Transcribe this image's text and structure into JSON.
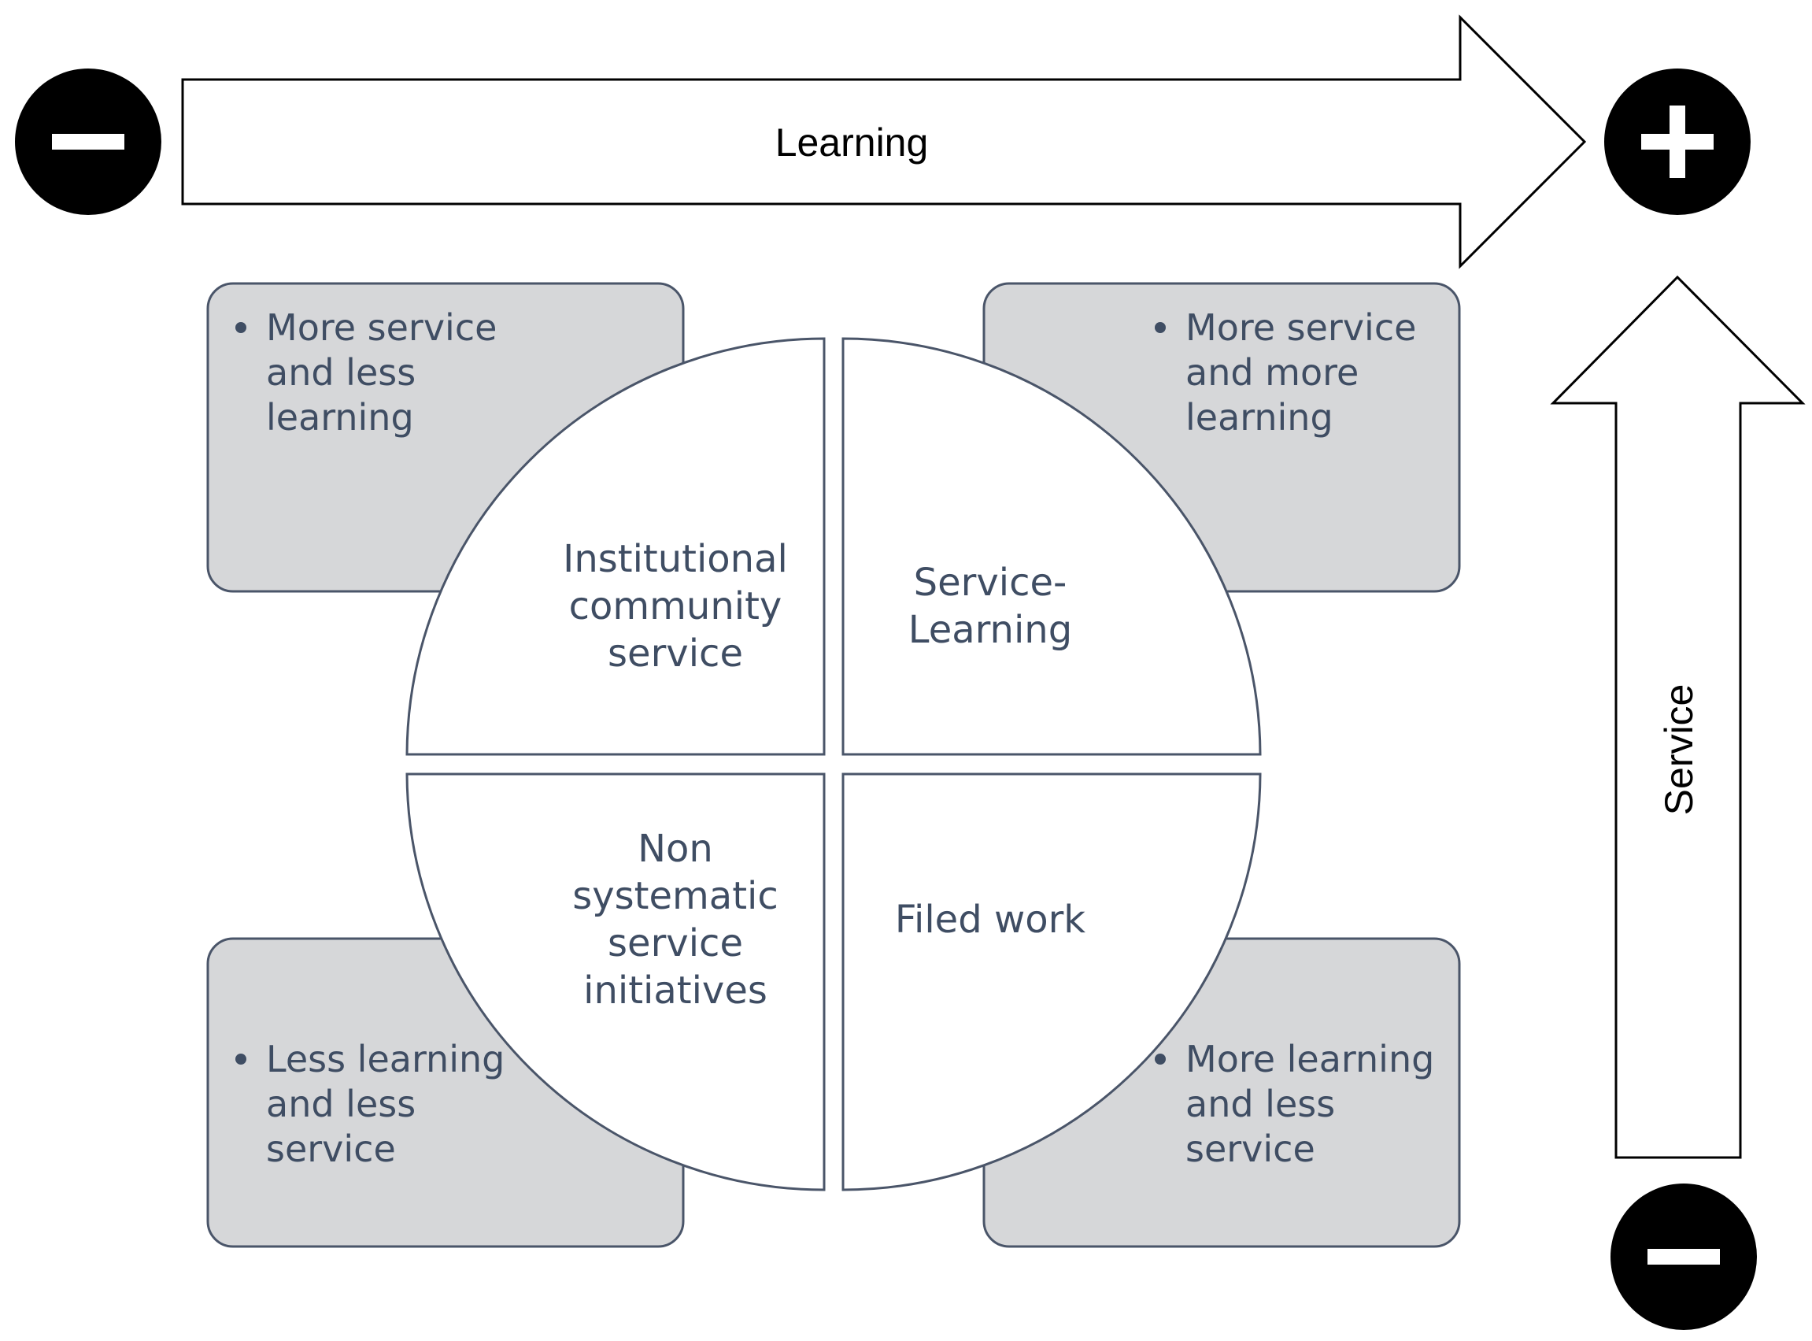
{
  "axes": {
    "horizontal": {
      "label": "Learning",
      "low_symbol": "−",
      "high_symbol": "+"
    },
    "vertical": {
      "label": "Service",
      "low_symbol": "−"
    }
  },
  "quadrants": [
    {
      "id": "top-left",
      "label_lines": [
        "Institutional",
        "community",
        "service"
      ],
      "box_lines": [
        "More service",
        "and less",
        "learning"
      ]
    },
    {
      "id": "top-right",
      "label_lines": [
        "Service-",
        "Learning"
      ],
      "box_lines": [
        "More service",
        "and more",
        "learning"
      ]
    },
    {
      "id": "bottom-left",
      "label_lines": [
        "Non",
        "systematic",
        "service",
        "initiatives"
      ],
      "box_lines": [
        "Less learning",
        "and less",
        "service"
      ]
    },
    {
      "id": "bottom-right",
      "label_lines": [
        "Filed work"
      ],
      "box_lines": [
        "More learning",
        "and less",
        "service"
      ]
    }
  ],
  "colors": {
    "box_fill": "#d6d7d9",
    "box_stroke": "#4a5569",
    "text": "#3f4d63",
    "circle_fill": "#000000"
  }
}
